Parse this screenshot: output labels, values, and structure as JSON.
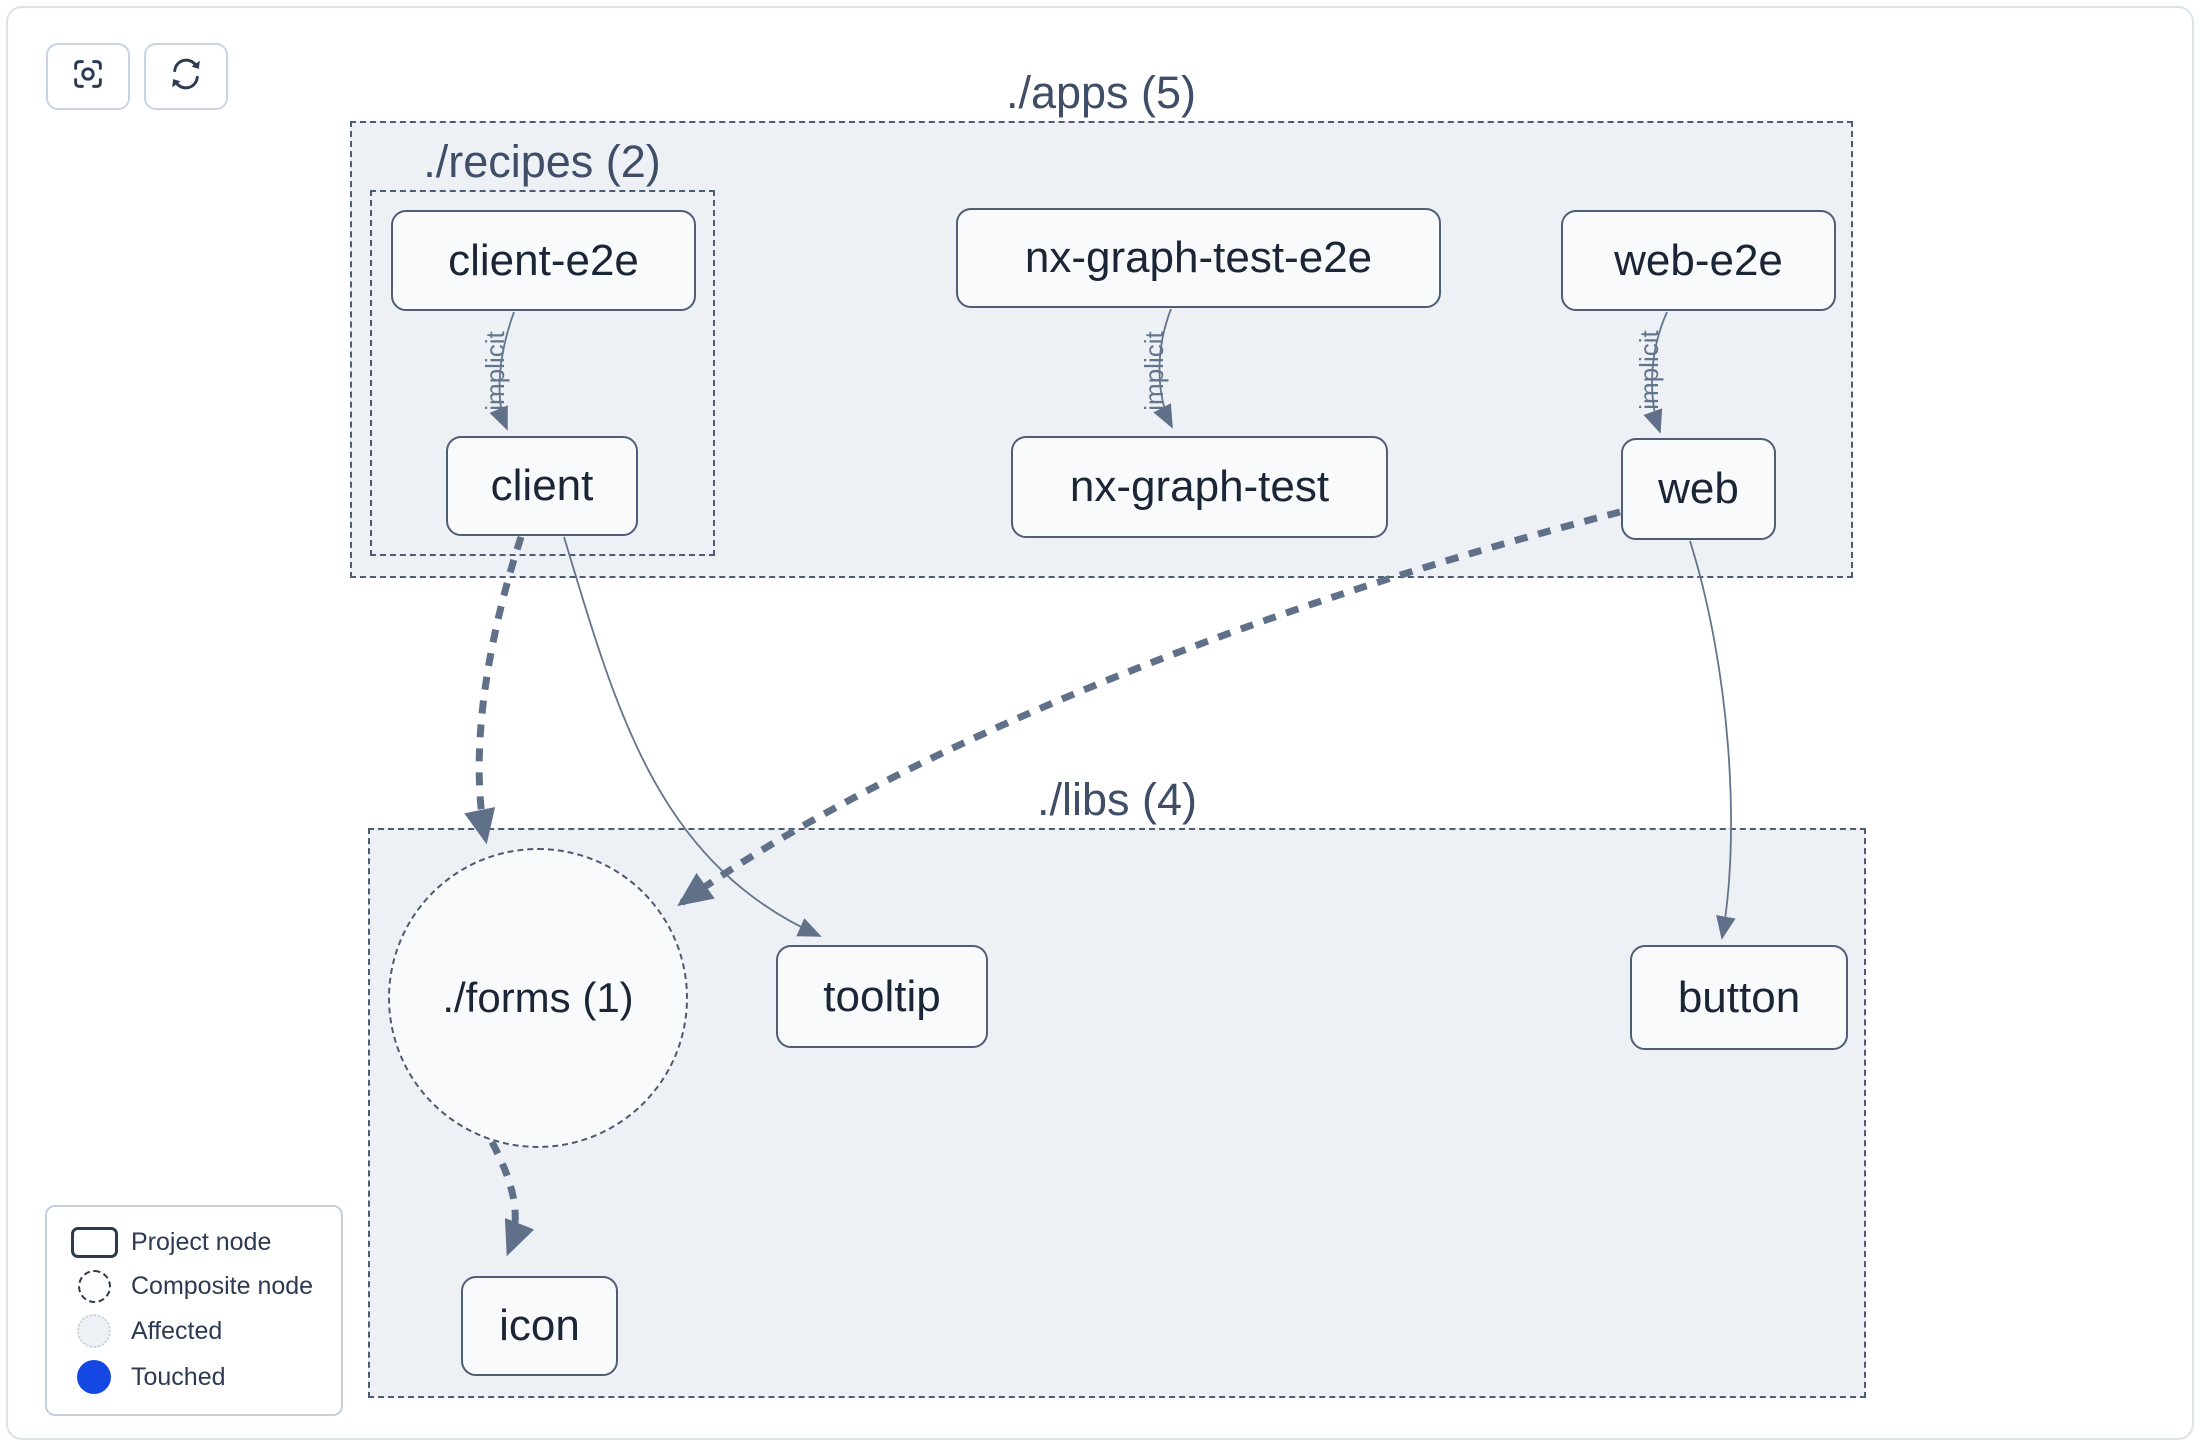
{
  "toolbar": {
    "buttons": [
      {
        "name": "focus",
        "icon": "focus-icon"
      },
      {
        "name": "refresh",
        "icon": "refresh-icon"
      }
    ]
  },
  "graph": {
    "groups": {
      "apps": {
        "label": "./apps (5)"
      },
      "recipes": {
        "label": "./recipes (2)"
      },
      "libs": {
        "label": "./libs (4)"
      }
    },
    "composite_nodes": {
      "forms": {
        "label": "./forms (1)"
      }
    },
    "nodes": {
      "client_e2e": {
        "label": "client-e2e"
      },
      "nx_graph_test_e2e": {
        "label": "nx-graph-test-e2e"
      },
      "web_e2e": {
        "label": "web-e2e"
      },
      "client": {
        "label": "client"
      },
      "nx_graph_test": {
        "label": "nx-graph-test"
      },
      "web": {
        "label": "web"
      },
      "tooltip": {
        "label": "tooltip"
      },
      "button": {
        "label": "button"
      },
      "icon": {
        "label": "icon"
      }
    },
    "edges": [
      {
        "from": "client-e2e",
        "to": "client",
        "label": "implicit",
        "style": "solid-thin"
      },
      {
        "from": "nx-graph-test-e2e",
        "to": "nx-graph-test",
        "label": "implicit",
        "style": "solid-thin"
      },
      {
        "from": "web-e2e",
        "to": "web",
        "label": "implicit",
        "style": "solid-thin"
      },
      {
        "from": "client",
        "to": "./forms (1)",
        "label": "",
        "style": "dashed-thick"
      },
      {
        "from": "client",
        "to": "tooltip",
        "label": "",
        "style": "solid-thin"
      },
      {
        "from": "web",
        "to": "./forms (1)",
        "label": "",
        "style": "dashed-thick"
      },
      {
        "from": "web",
        "to": "button",
        "label": "",
        "style": "solid-thin"
      },
      {
        "from": "./forms (1)",
        "to": "icon",
        "label": "",
        "style": "dashed-thick"
      }
    ]
  },
  "legend": {
    "items": [
      {
        "icon": "project-node-swatch",
        "label": "Project node"
      },
      {
        "icon": "composite-node-swatch",
        "label": "Composite node"
      },
      {
        "icon": "affected-swatch",
        "label": "Affected"
      },
      {
        "icon": "touched-swatch",
        "label": "Touched"
      }
    ]
  },
  "colors": {
    "touched_blue": "#1548e2",
    "affected_fill": "#edf1f5",
    "group_fill": "#edf1f6",
    "node_fill": "#f8fafc",
    "node_border": "#4f5d75",
    "edge": "#64748b",
    "text_dark": "#1b2536"
  }
}
